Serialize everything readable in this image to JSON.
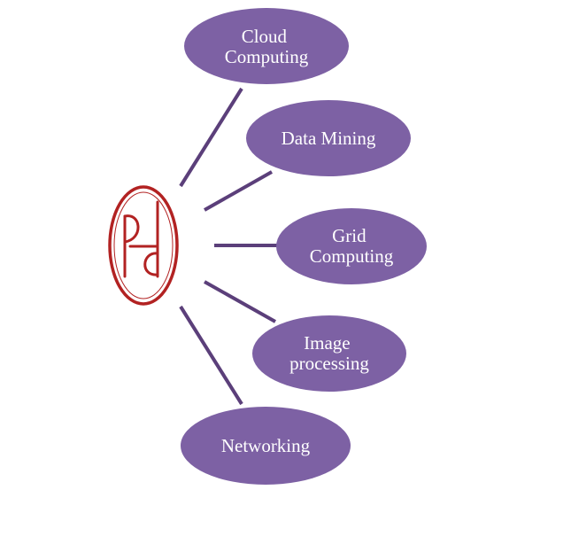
{
  "logo": {
    "letters": "PHd",
    "color": "#b22222"
  },
  "colors": {
    "node_fill": "#7d61a4",
    "connector": "#5b3f7a",
    "label_text": "#ffffff"
  },
  "topics": [
    {
      "lines": [
        "Cloud",
        "Computing"
      ]
    },
    {
      "lines": [
        "Data Mining"
      ]
    },
    {
      "lines": [
        "Grid",
        "Computing"
      ]
    },
    {
      "lines": [
        "Image",
        "processing"
      ]
    },
    {
      "lines": [
        "Networking"
      ]
    }
  ]
}
